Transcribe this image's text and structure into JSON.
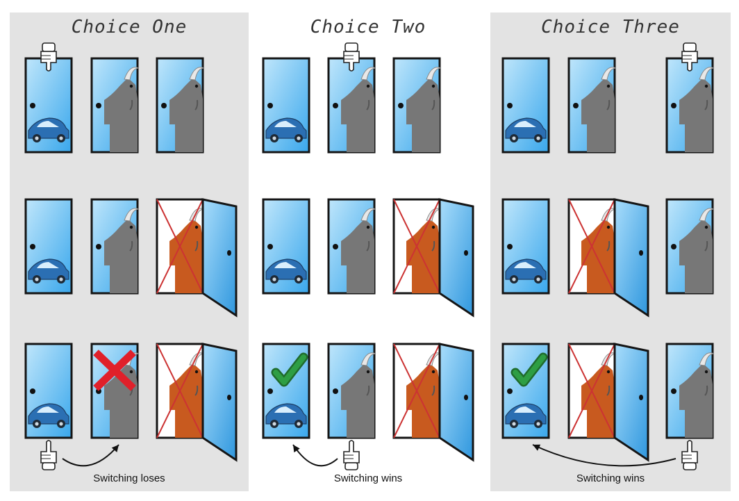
{
  "colors": {
    "door_light": "#bfe6fb",
    "door_dark": "#39a7ec",
    "outline": "#151515",
    "goat_gray": "#777777",
    "goat_revealed": "#c85a1f",
    "cross_red": "#cc3333",
    "x_mark": "#e0202a",
    "check_green": "#2e9e44",
    "panel_gray": "#e3e3e3"
  },
  "panels": [
    {
      "title": "Choice One",
      "caption": "Switching loses",
      "doors": [
        [
          "car-closed",
          "goat-closed",
          "goat-closed"
        ],
        [
          "car-closed",
          "goat-closed",
          "goat-open"
        ],
        [
          "car-closed",
          "goat-x",
          "goat-open"
        ]
      ],
      "picked_door": 1,
      "switch_target": 2,
      "result": "loses"
    },
    {
      "title": "Choice Two",
      "caption": "Switching wins",
      "doors": [
        [
          "car-closed",
          "goat-closed",
          "goat-closed"
        ],
        [
          "car-closed",
          "goat-closed",
          "goat-open"
        ],
        [
          "car-check",
          "goat-closed",
          "goat-open"
        ]
      ],
      "picked_door": 2,
      "switch_target": 1,
      "result": "wins"
    },
    {
      "title": "Choice Three",
      "caption": "Switching wins",
      "doors": [
        [
          "car-closed",
          "goat-closed",
          "goat-closed"
        ],
        [
          "car-closed",
          "goat-open",
          "goat-closed"
        ],
        [
          "car-check",
          "goat-open",
          "goat-closed"
        ]
      ],
      "picked_door": 3,
      "switch_target": 1,
      "result": "wins"
    }
  ],
  "icons": [
    "pointing-hand-icon",
    "curved-arrow-icon",
    "check-mark-icon",
    "x-mark-icon",
    "car-icon",
    "goat-icon"
  ]
}
